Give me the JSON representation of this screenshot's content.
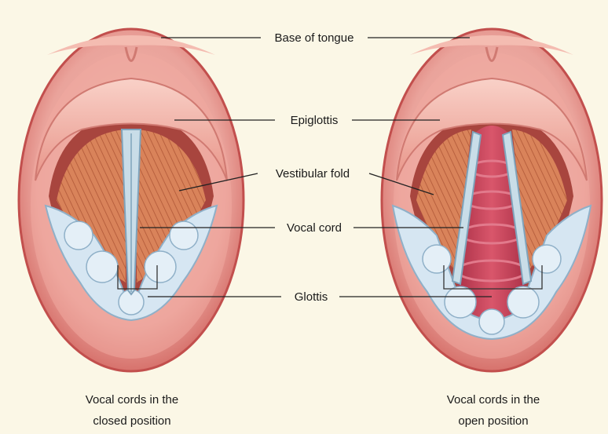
{
  "labels": {
    "base_of_tongue": "Base of tongue",
    "epiglottis": "Epiglottis",
    "vestibular_fold": "Vestibular fold",
    "vocal_cord": "Vocal cord",
    "glottis": "Glottis"
  },
  "captions": {
    "closed": [
      "Vocal cords in the",
      "closed position"
    ],
    "open": [
      "Vocal cords in the",
      "open position"
    ]
  },
  "colors": {
    "background": "#fbf7e6",
    "outer_rim": "#d9716b",
    "mucosa": "#eaa39b",
    "epiglottis": "#f3b7ae",
    "muscle": "#d9835a",
    "cartilage": "#d6e6f2",
    "vocal_cord": "#c9dde8",
    "trachea": "#c9435a"
  }
}
